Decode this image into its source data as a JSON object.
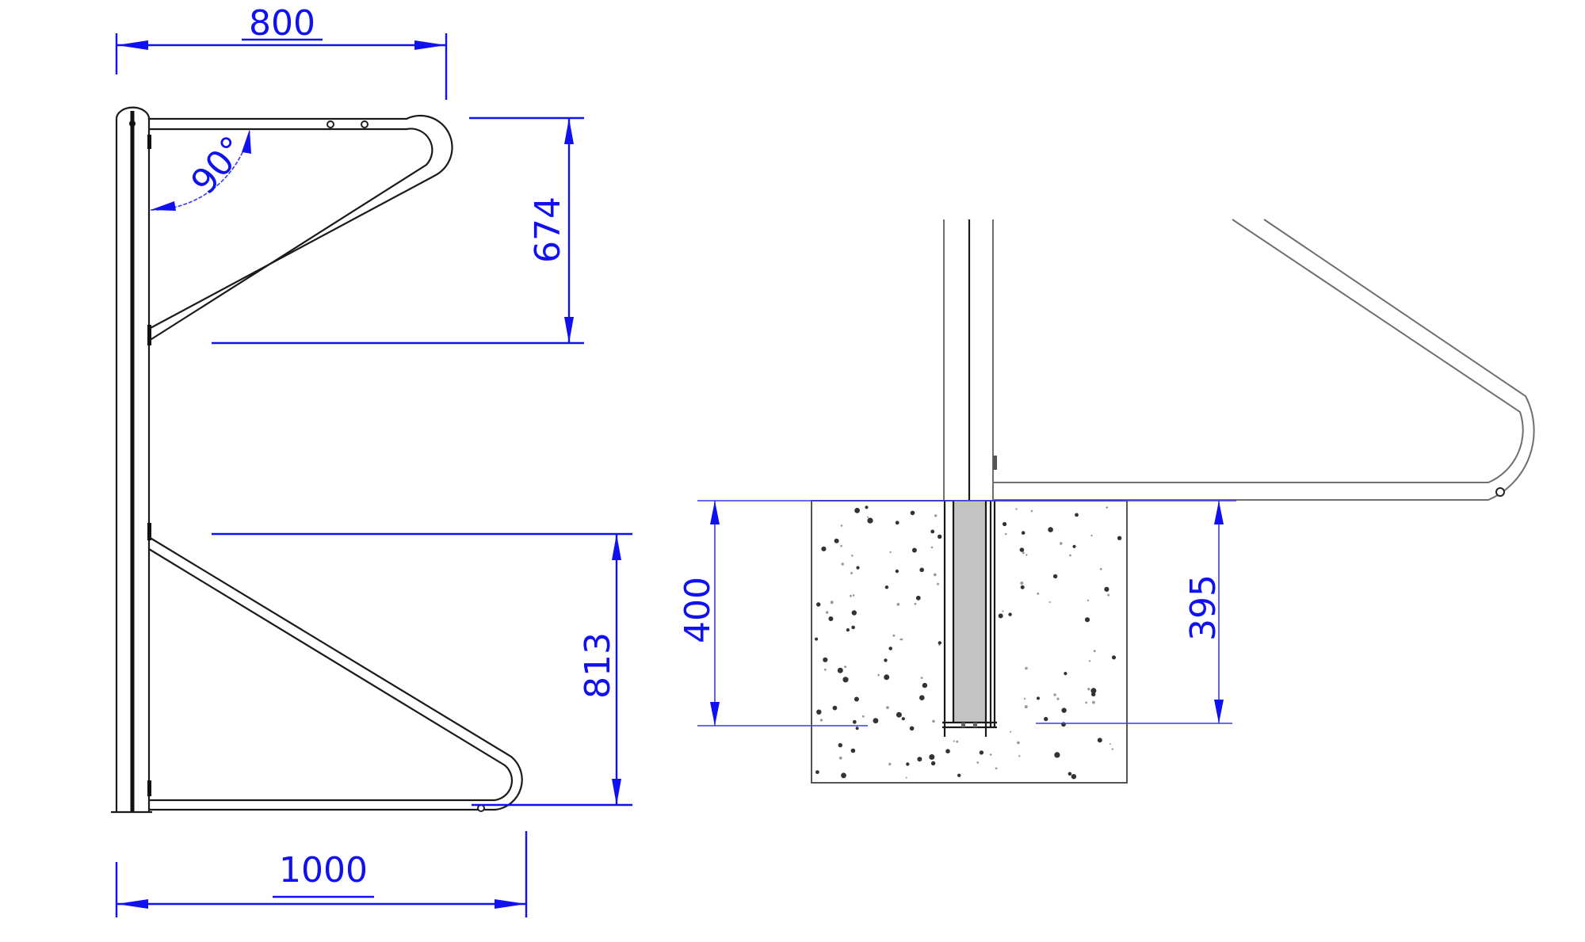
{
  "drawing": {
    "title": "Bicycle stand technical drawing",
    "side_view": {
      "dimensions": {
        "top_width": "800",
        "angle": "90°",
        "upper_height": "674",
        "lower_height": "813",
        "bottom_width": "1000"
      }
    },
    "foundation_view": {
      "dimensions": {
        "embed_depth_left": "400",
        "embed_depth_right": "395"
      },
      "materials": {
        "concrete_block": "concrete",
        "tube_insert": "grey-filled sleeve"
      }
    },
    "colors": {
      "dimension": "#1010f0",
      "linework": "#1a1a1a",
      "sleeve_fill": "#c4c4c4",
      "background": "#ffffff"
    }
  }
}
